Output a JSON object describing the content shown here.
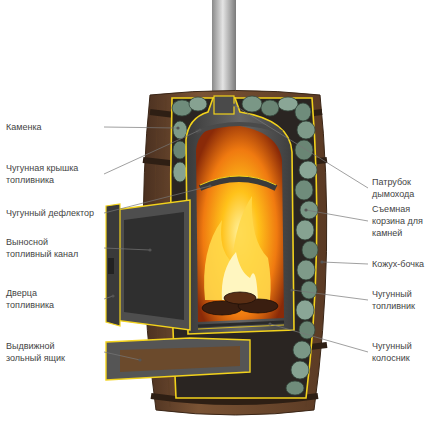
{
  "diagram": {
    "labels": [
      "Каменка",
      "Чугунная крышка топливника",
      "Чугунный дефлектор",
      "Выносной топливный канал",
      "Дверца топливника",
      "Выдвижной зольный ящик",
      "Патрубок дымохода",
      "Съемная корзина для камней",
      "Кожух-бочка",
      "Чугунный топливник",
      "Чугунный колосник"
    ]
  }
}
